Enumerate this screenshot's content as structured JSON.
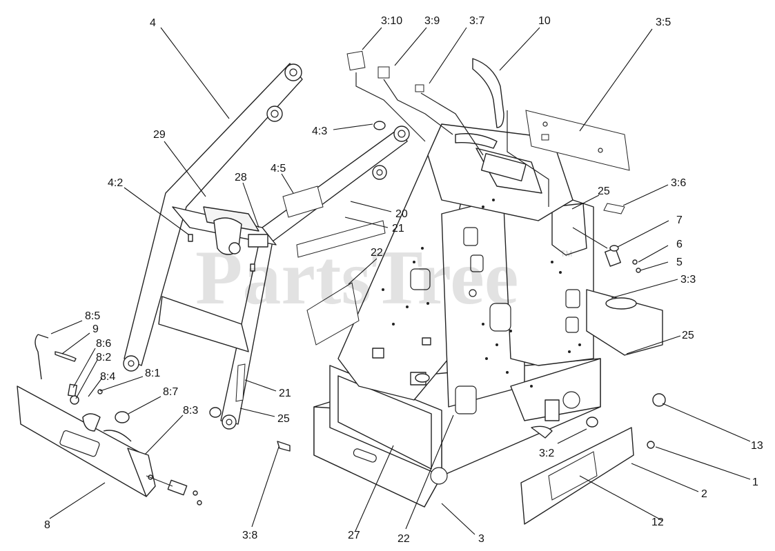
{
  "watermark": {
    "text": "PartsTree",
    "tm": "TM"
  },
  "callouts": [
    {
      "id": "lbl-4",
      "text": "4"
    },
    {
      "id": "lbl-29",
      "text": "29"
    },
    {
      "id": "lbl-4-2",
      "text": "4:2"
    },
    {
      "id": "lbl-28",
      "text": "28"
    },
    {
      "id": "lbl-4-3",
      "text": "4:3"
    },
    {
      "id": "lbl-4-5",
      "text": "4:5"
    },
    {
      "id": "lbl-20",
      "text": "20"
    },
    {
      "id": "lbl-21a",
      "text": "21"
    },
    {
      "id": "lbl-22a",
      "text": "22"
    },
    {
      "id": "lbl-3-10",
      "text": "3:10"
    },
    {
      "id": "lbl-3-9",
      "text": "3:9"
    },
    {
      "id": "lbl-3-7",
      "text": "3:7"
    },
    {
      "id": "lbl-10",
      "text": "10"
    },
    {
      "id": "lbl-3-5",
      "text": "3:5"
    },
    {
      "id": "lbl-25a",
      "text": "25"
    },
    {
      "id": "lbl-3-6",
      "text": "3:6"
    },
    {
      "id": "lbl-7",
      "text": "7"
    },
    {
      "id": "lbl-6",
      "text": "6"
    },
    {
      "id": "lbl-5",
      "text": "5"
    },
    {
      "id": "lbl-3-3",
      "text": "3:3"
    },
    {
      "id": "lbl-25b",
      "text": "25"
    },
    {
      "id": "lbl-13",
      "text": "13"
    },
    {
      "id": "lbl-1",
      "text": "1"
    },
    {
      "id": "lbl-2",
      "text": "2"
    },
    {
      "id": "lbl-12",
      "text": "12"
    },
    {
      "id": "lbl-3",
      "text": "3"
    },
    {
      "id": "lbl-3-2",
      "text": "3:2"
    },
    {
      "id": "lbl-22b",
      "text": "22"
    },
    {
      "id": "lbl-27",
      "text": "27"
    },
    {
      "id": "lbl-3-8",
      "text": "3:8"
    },
    {
      "id": "lbl-21b",
      "text": "21"
    },
    {
      "id": "lbl-25c",
      "text": "25"
    },
    {
      "id": "lbl-8-5",
      "text": "8:5"
    },
    {
      "id": "lbl-9",
      "text": "9"
    },
    {
      "id": "lbl-8-6",
      "text": "8:6"
    },
    {
      "id": "lbl-8-2",
      "text": "8:2"
    },
    {
      "id": "lbl-8-4",
      "text": "8:4"
    },
    {
      "id": "lbl-8-1",
      "text": "8:1"
    },
    {
      "id": "lbl-8-7",
      "text": "8:7"
    },
    {
      "id": "lbl-8-3",
      "text": "8:3"
    },
    {
      "id": "lbl-8",
      "text": "8"
    }
  ]
}
